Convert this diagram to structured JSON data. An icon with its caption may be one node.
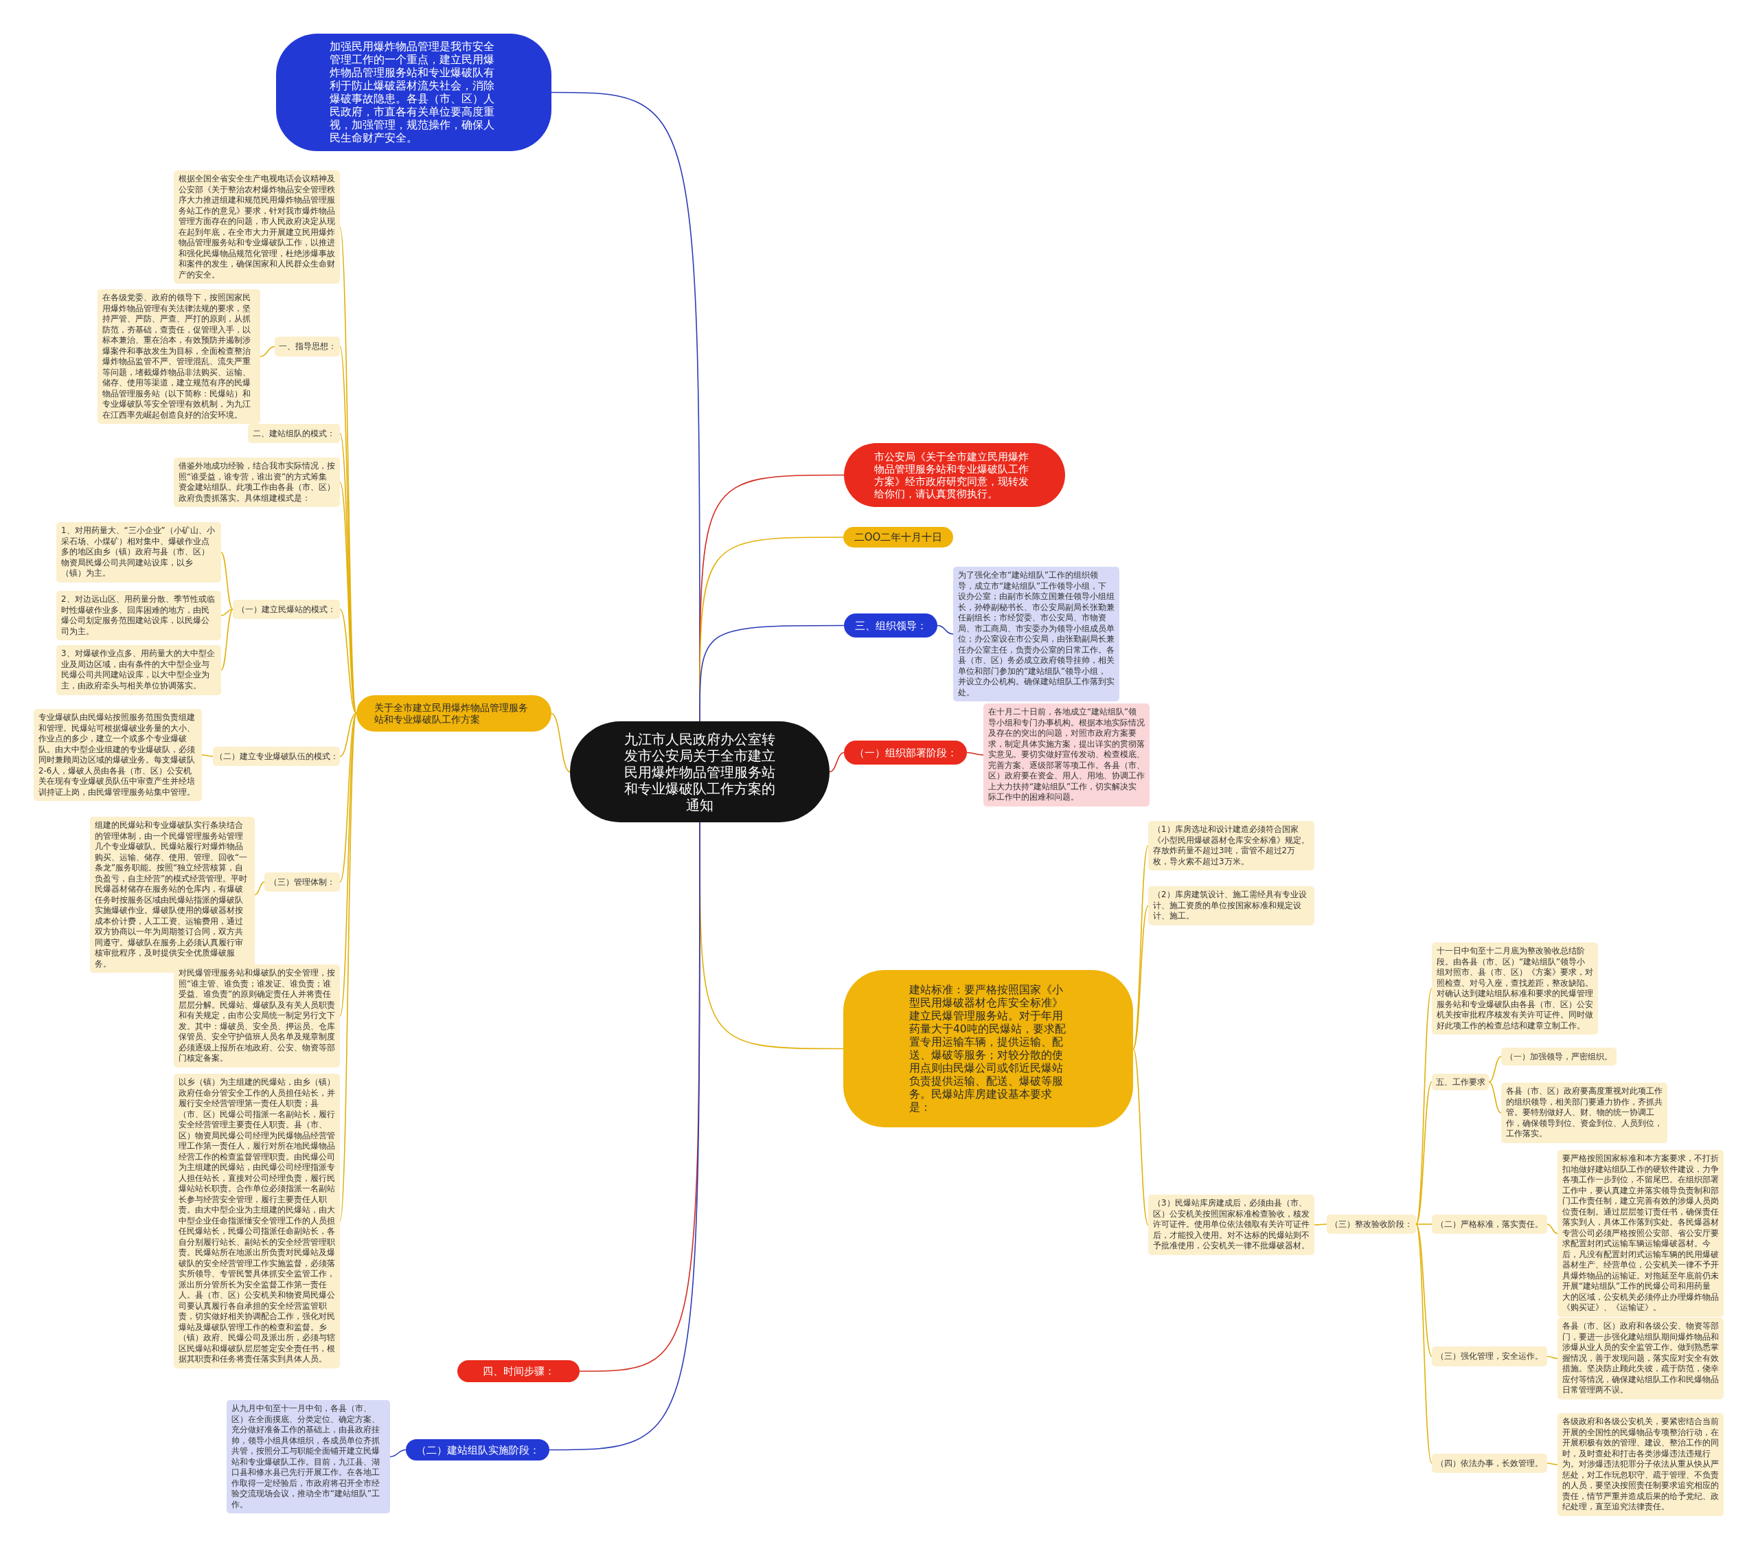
{
  "diagram": {
    "nodes": [
      {
        "text": [
          "九江市人民政府办公室转发市公安局关于全市建立民用爆炸物品管理服务站和专业爆破队工作方案的通知"
        ]
      },
      {
        "text": [
          "加强民用爆炸物品管理是我市安全管理工作的一个重点，建立民用爆炸物品管理服务站和专业爆破队有利于防止爆破器材流失社会，消除爆破事故隐患。各县（市、区）人民政府，市直各有关单位要高度重视，加强管理，规范操作，确保人民生命财产安全。"
        ]
      },
      {
        "text": [
          "关于全市建立民用爆炸物品管理服务站和专业爆破队工作方案"
        ]
      },
      {
        "text": [
          "根据全国全省安全生产电视电话会议精神及公安部《关于整治农村爆炸物品安全管理秩序大力推进组建和规范民用爆炸物品管理服务站工作的意见》要求，针对我市爆炸物品管理方面存在的问题，市人民政府决定从现在起到年底，在全市大力开展建立民用爆炸物品管理服务站和专业爆破队工作，以推进和强化民爆物品规范化管理，杜绝涉爆事故和案件的发生，确保国家和人民群众生命财产的安全。"
        ]
      },
      {
        "text": [
          "一、指导思想："
        ]
      },
      {
        "text": [
          "在各级党委、政府的领导下，按照国家民用爆炸物品管理有关法律法规的要求，坚持严管、严防、严查、严打的原则，从抓防范，夯基础，查责任，促管理入手，以标本兼治、重在治本，有效预防并遏制涉爆案件和事故发生为目标，全面检查整治爆炸物品监管不严、管理混乱、流失严重等问题，堵截爆炸物品非法购买、运输、储存、使用等渠道，建立规范有序的民爆物品管理服务站（以下简称：民爆站）和专业爆破队等安全管理有效机制，为九江在江西率先崛起创造良好的治安环境。"
        ]
      },
      {
        "text": [
          "二、建站组队的模式："
        ]
      },
      {
        "text": [
          "借鉴外地成功经验，结合我市实际情况，按照“谁受益，谁专营，谁出资”的方式筹集资金建站组队。此项工作由各县（市、区）政府负责抓落实。具体组建模式是："
        ]
      },
      {
        "text": [
          "（一）建立民爆站的模式："
        ]
      },
      {
        "text": [
          "1、对用药量大、“三小企业”（小矿山、小采石场、小煤矿）相对集中、爆破作业点多的地区由乡（镇）政府与县（市、区）物资局民爆公司共同建站设库，以乡（镇）为主。"
        ]
      },
      {
        "text": [
          "2、对边远山区、用药量分散、季节性或临时性爆破作业多、回库困难的地方，由民爆公司划定服务范围建站设库，以民爆公司为主。"
        ]
      },
      {
        "text": [
          "3、对爆破作业点多、用药量大的大中型企业及周边区域，由有条件的大中型企业与民爆公司共同建站设库，以大中型企业为主，由政府牵头与相关单位协调落实。"
        ]
      },
      {
        "text": [
          "（二）建立专业爆破队伍的模式："
        ]
      },
      {
        "text": [
          "专业爆破队由民爆站按照服务范围负责组建和管理。民爆站可根据爆破业务量的大小、作业点的多少，建立一个或多个专业爆破队。由大中型企业组建的专业爆破队，必须同时兼顾周边区域的爆破业务。每支爆破队2-6人，爆破人员由各县（市、区）公安机关在现有专业爆破员队伍中审查产生并经培训持证上岗，由民爆管理服务站集中管理。"
        ]
      },
      {
        "text": [
          "（三）管理体制："
        ]
      },
      {
        "text": [
          "组建的民爆站和专业爆破队实行条块结合的管理体制，由一个民爆管理服务站管理几个专业爆破队。民爆站履行对爆炸物品购买、运输、储存、使用、管理、回收“一条龙”服务职能。按照“独立经营核算，自负盈亏，自主经营”的模式经营管理。平时民爆器材储存在服务站的仓库内，有爆破任务时按服务区域由民爆站指派的爆破队实施爆破作业。爆破队使用的爆破器材按成本价计费，人工工资、运输费用，通过双方协商以一年为周期签订合同，双方共同遵守。爆破队在服务上必须认真履行审核审批程序，及时提供安全优质爆破服务。"
        ]
      },
      {
        "text": [
          "对民爆管理服务站和爆破队的安全管理，按照“谁主管、谁负责；谁发证、谁负责；谁受益、谁负责”的原则确定责任人并将责任层层分解。民爆站、爆破队及有关人员职责和有关规定，由市公安局统一制定另行文下发。其中：爆破员、安全员、押运员、仓库保管员、安全守护值班人员名单及规章制度必须逐级上报所在地政府、公安、物资等部门核定备案。"
        ]
      },
      {
        "text": [
          "以乡（镇）为主组建的民爆站，由乡（镇）政府任命分管安全工作的人员担任站长，并履行安全经营管理第一责任人职责；县（市、区）民爆公司指派一名副站长，履行安全经营管理主要责任人职责。县（市、区）物资局民爆公司经理为民爆物品经营管理工作第一责任人，履行对所在地民爆物品经营工作的检查监督管理职责。由民爆公司为主组建的民爆站，由民爆公司经理指派专人担任站长，直接对公司经理负责，履行民爆站站长职责。合作单位必须指派一名副站长参与经营安全管理，履行主要责任人职责。由大中型企业为主组建的民爆站，由大中型企业任命指派懂安全管理工作的人员担任民爆站长，民爆公司指派任命副站长，各自分别履行站长、副站长的安全经营管理职责。民爆站所在地派出所负责对民爆站及爆破队的安全经营管理工作实施监督，必须落实所领导、专管民警具体抓安全监管工作，派出所分管所长为安全监督工作第一责任人。县（市、区）公安机关和物资局民爆公司要认真履行各自承担的安全经营监管职责，切实做好相关协调配合工作，强化对民爆站及爆破队管理工作的检查和监督。乡（镇）政府、民爆公司及派出所，必须与辖区民爆站和爆破队层层签定安全责任书，根据其职责和任务将责任落实到具体人员。"
        ]
      },
      {
        "text": [
          "市公安局《关于全市建立民用爆炸物品管理服务站和专业爆破队工作方案》经市政府研究同意，现转发给你们，请认真贯彻执行。"
        ]
      },
      {
        "text": [
          "二OO二年十月十日"
        ]
      },
      {
        "text": [
          "三、组织领导："
        ]
      },
      {
        "text": [
          "为了强化全市“建站组队”工作的组织领导，成立市“建站组队”工作领导小组，下设办公室；由副市长陈立国兼任领导小组组长，孙铮副秘书长、市公安局副局长张勤兼任副组长；市经贸委、市公安局、市物资局、市工商局、市安委办为领导小组成员单位；办公室设在市公安局，由张勤副局长兼任办公室主任，负责办公室的日常工作。各县（市、区）务必成立政府领导挂帅，相关单位和部门参加的“建站组队”领导小组，并设立办公机构。确保建站组队工作落到实处。"
        ]
      },
      {
        "text": [
          "（一）组织部署阶段："
        ]
      },
      {
        "text": [
          "在十月二十日前，各地成立“建站组队”领导小组和专门办事机构。根据本地实际情况及存在的突出的问题，对照市政府方案要求，制定具体实施方案，提出详实的贯彻落实意见。要切实做好宣传发动、检查模底、完善方案、逐级部署等项工作。各县（市、区）政府要在资金、用人、用地、协调工作上大力扶持“建站组队”工作，切实解决实际工作中的困难和问题。"
        ]
      },
      {
        "text": [
          "建站标准：要严格按照国家《小型民用爆破器材仓库安全标准》建立民爆管理服务站。对于年用药量大于40吨的民爆站，要求配置专用运输车辆，提供运输、配送、爆破等服务；对较分散的使用点则由民爆公司或邻近民爆站负责提供运输、配送、爆破等服务。民爆站库房建设基本要求是："
        ]
      },
      {
        "text": [
          "（1）库房选址和设计建造必须符合国家《小型民用爆破器材仓库安全标准》规定。存放炸药量不超过3吨，雷管不超过2万枚，导火索不超过3万米。"
        ]
      },
      {
        "text": [
          "（2）库房建筑设计、施工需经具有专业设计、施工资质的单位按国家标准和规定设计、施工。"
        ]
      },
      {
        "text": [
          "（3）民爆站库房建成后，必须由县（市、区）公安机关按照国家标准检查验收，核发许可证件。使用单位依法领取有关许可证件后，才能投入使用。对不达标的民爆站则不予批准使用，公安机关一律不批爆破器材。"
        ]
      },
      {
        "text": [
          "（三）整改验收阶段："
        ]
      },
      {
        "text": [
          "十一日中旬至十二月底为整改验收总结阶段。由各县（市、区）“建站组队”领导小组对照市、县（市、区）《方案》要求，对照检查、对号入座，查找差距，整改缺陷。对确认达到建站组队标准和要求的民爆管理服务站和专业爆破队由各县（市、区）公安机关按审批程序核发有关许可证件。同时做好此项工作的检查总结和建章立制工作。"
        ]
      },
      {
        "text": [
          "五、工作要求"
        ]
      },
      {
        "text": [
          "（一）加强领导，严密组织。"
        ]
      },
      {
        "text": [
          "各县（市、区）政府要高度重视对此项工作的组织领导，相关部门要通力协作，齐抓共管。要特别做好人、财、物的统一协调工作，确保领导到位、资金到位、人员到位，工作落实。"
        ]
      },
      {
        "text": [
          "（二）严格标准，落实责任。"
        ]
      },
      {
        "text": [
          "要严格按照国家标准和本方案要求，不打折扣地做好建站组队工作的硬软件建设，力争各项工作一步到位，不留尾巴。在组织部署工作中，要认真建立并落实领导负责制和部门工作责任制，建立完善有效的涉爆人员岗位责任制。通过层层签订责任书，确保责任落实到人，具体工作落到实处。各民爆器材专营公司必须严格按照公安部、省公安厅要求配置封闭式运输车辆运输爆破器材。今后，凡没有配置封闭式运输车辆的民用爆破器材生产、经营单位，公安机关一律不予开具爆炸物品的运输证。对拖延至年底前仍未开展“建站组队”工作的民爆公司和用药量大的区域，公安机关必须停止办理爆炸物品《购买证》、《运输证》。"
        ]
      },
      {
        "text": [
          "（三）强化管理，安全运作。"
        ]
      },
      {
        "text": [
          "各县（市、区）政府和各级公安、物资等部门，要进一步强化建站组队期间爆炸物品和涉爆从业人员的安全监管工作。做到熟悉掌握情况，善于发现问题，落实应对安全有效措施。坚决防止顾此失彼，疏于防范，侥幸应付等情况，确保建站组队工作和民爆物品日常管理两不误。"
        ]
      },
      {
        "text": [
          "（四）依法办事，长效管理。"
        ]
      },
      {
        "text": [
          "各级政府和各级公安机关，要紧密结合当前开展的全国性的民爆物品专项整治行动，在开展积极有效的管理、建设、整治工作的同时，及时查处和打击各类涉爆违法违规行为。对涉爆违法犯罪分子依法从重从快从严惩处，对工作玩忽职守、疏于管理、不负责的人员，要坚决按照责任制要求追究相应的责任，情节严重并造成后果的给予党纪、政纪处理，直至追究法律责任。"
        ]
      },
      {
        "text": [
          "四、时间步骤："
        ]
      },
      {
        "text": [
          "（二）建站组队实施阶段："
        ]
      },
      {
        "text": [
          "从九月中旬至十一月中旬，各县（市、区）在全面摸底、分类定位、确定方案、充分做好准备工作的基础上，由县政府挂帅，领导小组具体组织，各成员单位齐抓共管，按照分工与职能全面铺开建立民爆站和专业爆破队工作。目前，九江县、湖口县和修水县已先行开展工作。在各地工作取得一定经验后，市政府将召开全市经验交流现场会议，推动全市“建站组队”工作。"
        ]
      }
    ],
    "edges": [
      {
        "from": 0,
        "to": 1,
        "arrow": "none",
        "color": "#2b3cb8"
      },
      {
        "from": 0,
        "to": 2,
        "arrow": "none"
      },
      {
        "from": 2,
        "to": 3,
        "arrow": "none"
      },
      {
        "from": 2,
        "to": 4,
        "arrow": "none"
      },
      {
        "from": 4,
        "to": 5,
        "arrow": "none"
      },
      {
        "from": 2,
        "to": 6,
        "arrow": "none"
      },
      {
        "from": 2,
        "to": 7,
        "arrow": "none"
      },
      {
        "from": 2,
        "to": 8,
        "arrow": "none"
      },
      {
        "from": 8,
        "to": 9,
        "arrow": "none"
      },
      {
        "from": 8,
        "to": 10,
        "arrow": "none"
      },
      {
        "from": 8,
        "to": 11,
        "arrow": "none"
      },
      {
        "from": 2,
        "to": 12,
        "arrow": "none"
      },
      {
        "from": 12,
        "to": 13,
        "arrow": "none"
      },
      {
        "from": 2,
        "to": 14,
        "arrow": "none"
      },
      {
        "from": 14,
        "to": 15,
        "arrow": "none"
      },
      {
        "from": 2,
        "to": 16,
        "arrow": "none"
      },
      {
        "from": 2,
        "to": 17,
        "arrow": "none"
      },
      {
        "from": 0,
        "to": 18,
        "arrow": "none",
        "color": "#d42c1e"
      },
      {
        "from": 0,
        "to": 19,
        "arrow": "none"
      },
      {
        "from": 0,
        "to": 20,
        "arrow": "none",
        "color": "#2b3cb8"
      },
      {
        "from": 20,
        "to": 21,
        "arrow": "none",
        "color": "#2b3cb8"
      },
      {
        "from": 0,
        "to": 22,
        "arrow": "none",
        "color": "#d42c1e"
      },
      {
        "from": 22,
        "to": 23,
        "arrow": "none",
        "color": "#d42c1e"
      },
      {
        "from": 0,
        "to": 24,
        "arrow": "none"
      },
      {
        "from": 24,
        "to": 25,
        "arrow": "none"
      },
      {
        "from": 24,
        "to": 26,
        "arrow": "none"
      },
      {
        "from": 24,
        "to": 27,
        "arrow": "none"
      },
      {
        "from": 27,
        "to": 28,
        "arrow": "none"
      },
      {
        "from": 28,
        "to": 29,
        "arrow": "none"
      },
      {
        "from": 28,
        "to": 30,
        "arrow": "none"
      },
      {
        "from": 30,
        "to": 31,
        "arrow": "none"
      },
      {
        "from": 30,
        "to": 32,
        "arrow": "none"
      },
      {
        "from": 28,
        "to": 33,
        "arrow": "none"
      },
      {
        "from": 33,
        "to": 34,
        "arrow": "none"
      },
      {
        "from": 28,
        "to": 35,
        "arrow": "none"
      },
      {
        "from": 35,
        "to": 36,
        "arrow": "none"
      },
      {
        "from": 28,
        "to": 37,
        "arrow": "none"
      },
      {
        "from": 37,
        "to": 38,
        "arrow": "none"
      },
      {
        "from": 0,
        "to": 39,
        "arrow": "none",
        "color": "#d42c1e"
      },
      {
        "from": 0,
        "to": 40,
        "arrow": "none",
        "color": "#2b3cb8"
      },
      {
        "from": 40,
        "to": 41,
        "arrow": "none",
        "color": "#2b3cb8"
      }
    ]
  }
}
